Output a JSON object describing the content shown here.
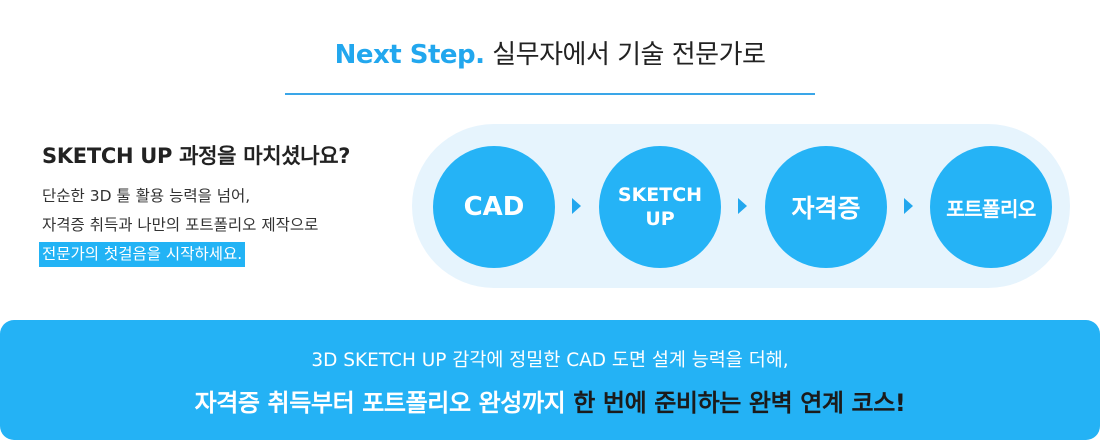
{
  "header": {
    "accent": "Next Step.",
    "title": " 실무자에서 기술 전문가로"
  },
  "intro": {
    "question": "SKETCH UP 과정을 마치셨나요?",
    "line1": "단순한 3D 툴 활용 능력을 넘어,",
    "line2": "자격증 취득과 나만의 포트폴리오 제작으로",
    "highlight": "전문가의 첫걸음을 시작하세요."
  },
  "steps": [
    {
      "label": "CAD"
    },
    {
      "label_line1": "SKETCH",
      "label_line2": "UP"
    },
    {
      "label": "자격증"
    },
    {
      "label": "포트폴리오"
    }
  ],
  "banner": {
    "subline": "3D SKETCH UP 감각에 정밀한 CAD 도면 설계 능력을 더해,",
    "main_white": "자격증 취득부터 포트폴리오 완성까지 ",
    "main_dark": "한 번에 준비하는 완벽 연계 코스!"
  },
  "colors": {
    "accent": "#22a7ee",
    "circle": "#25b3f6",
    "flow_bg": "#e6f4fd",
    "banner": "#24b2f5"
  },
  "icons": {
    "arrow": "triangle-right-icon"
  }
}
